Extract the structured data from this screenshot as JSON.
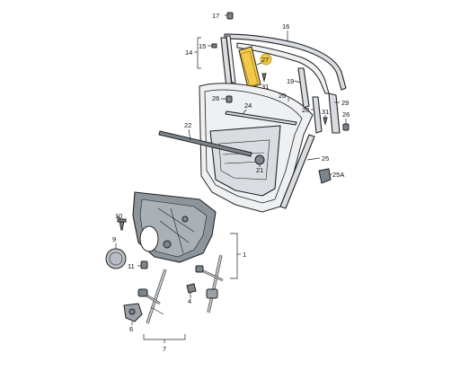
{
  "diagram": {
    "labels": {
      "l1": "1",
      "l4": "4",
      "l6": "6",
      "l7": "7",
      "l9": "9",
      "l10": "10",
      "l11": "11",
      "l14": "14",
      "l15": "15",
      "l16": "16",
      "l17": "17",
      "l19": "19",
      "l20": "20",
      "l21": "21",
      "l22": "22",
      "l24": "24",
      "l25": "25",
      "l25a": "25A",
      "l26a": "26",
      "l26b": "26",
      "l27": "27",
      "l28": "28",
      "l29": "29",
      "l31a": "31",
      "l31b": "31"
    },
    "colors": {
      "highlight": "#f2c94c",
      "part_fill": "#d9dde1",
      "line": "#222222"
    }
  }
}
